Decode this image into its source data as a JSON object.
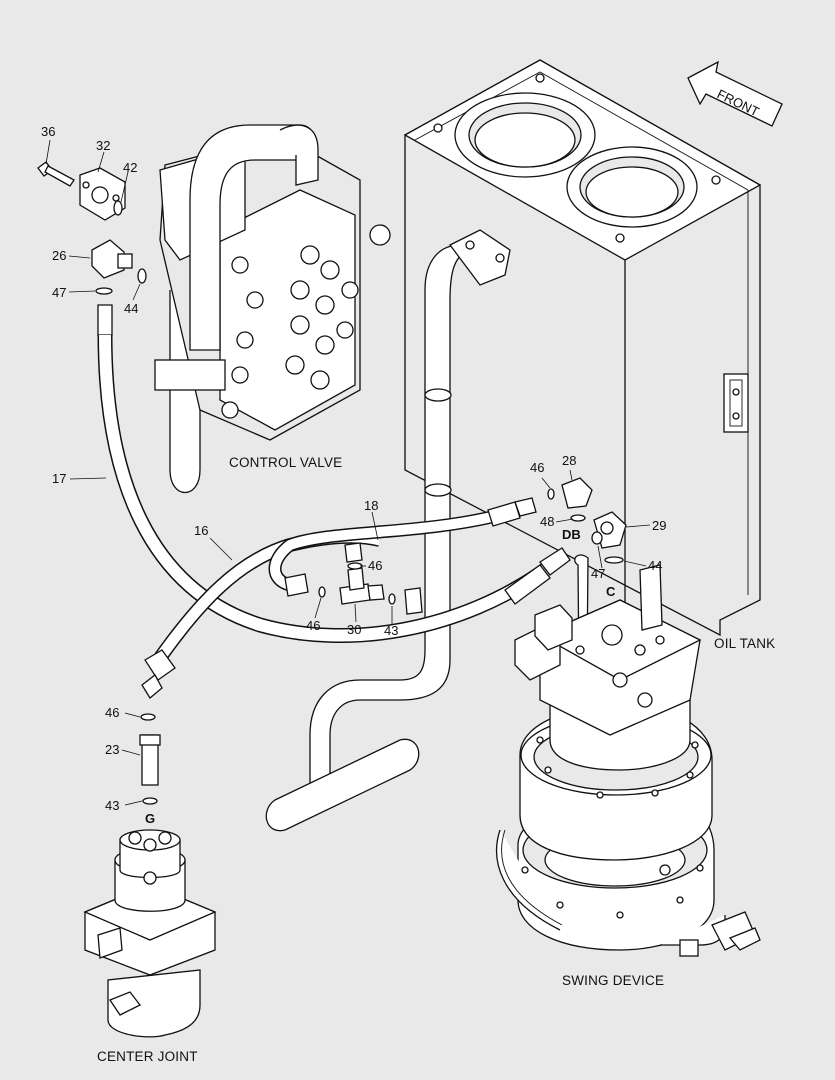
{
  "direction": {
    "label": "FRONT"
  },
  "captions": {
    "control_valve": "CONTROL VALVE",
    "oil_tank": "OIL TANK",
    "swing_device": "SWING DEVICE",
    "center_joint": "CENTER JOINT"
  },
  "port_labels": {
    "db": "DB",
    "c": "C",
    "g": "G"
  },
  "callouts": {
    "p36": "36",
    "p32": "32",
    "p42": "42",
    "p26": "26",
    "p47a": "47",
    "p44a": "44",
    "p17": "17",
    "p16": "16",
    "p18": "18",
    "p46a": "46",
    "p28": "28",
    "p48": "48",
    "p29": "29",
    "p47b": "47",
    "p44b": "44",
    "p46b": "46",
    "p46c": "46",
    "p30": "30",
    "p43a": "43",
    "p46d": "46",
    "p23": "23",
    "p43b": "43"
  }
}
